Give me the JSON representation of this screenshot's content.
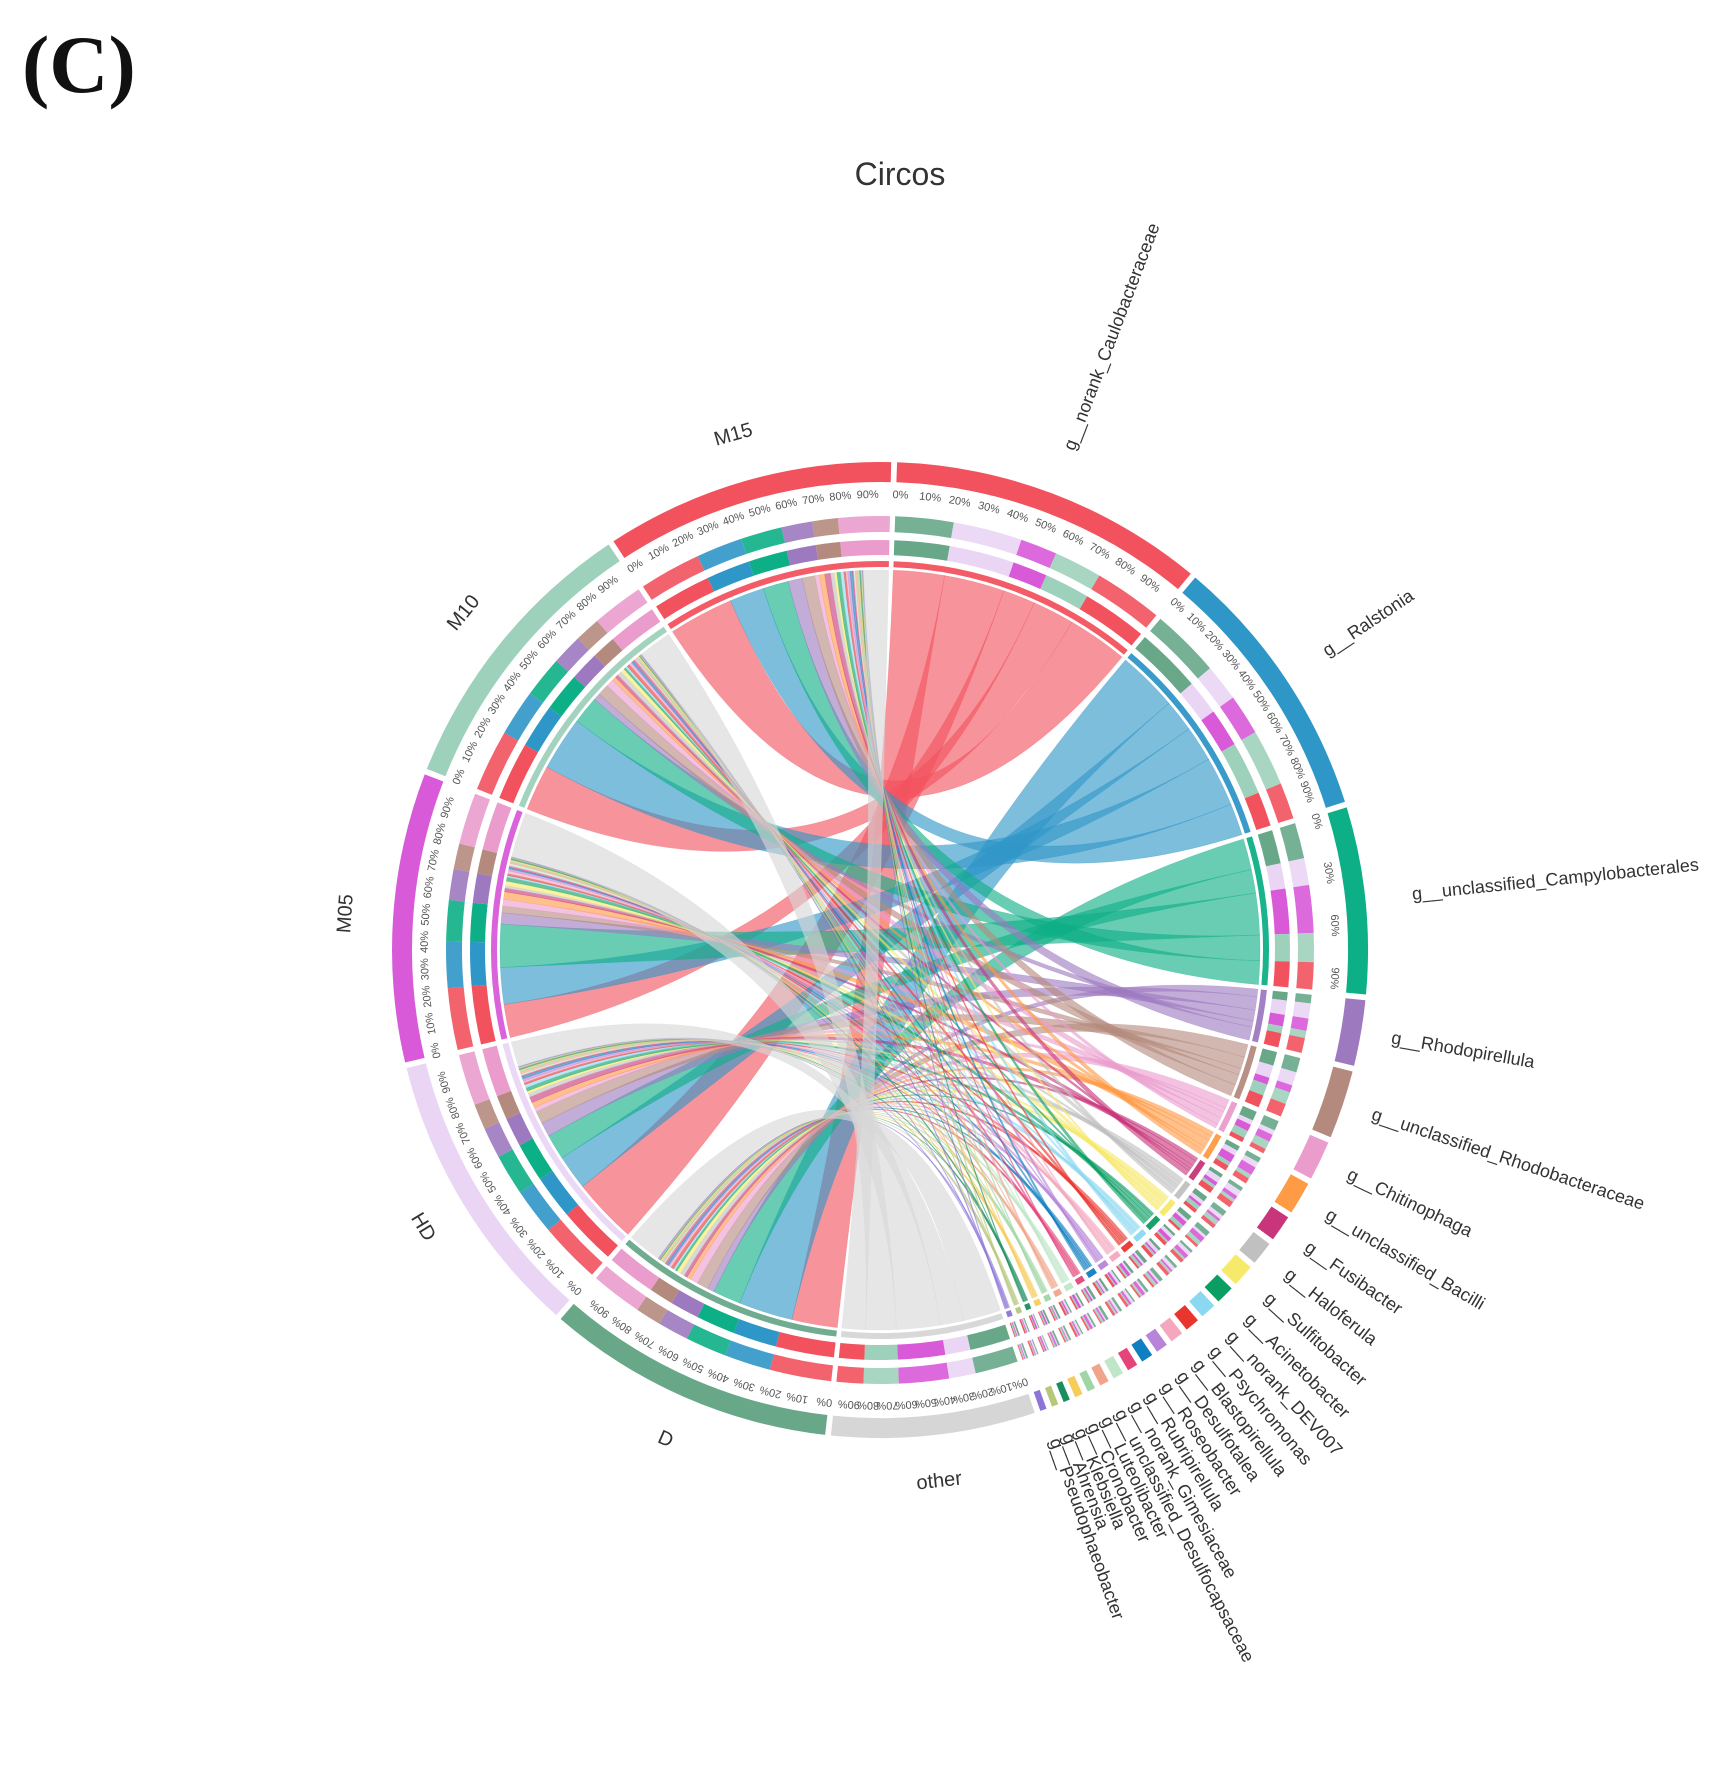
{
  "panel_label": "(C)",
  "chart_data": {
    "type": "chord",
    "title": "Circos",
    "samples": [
      {
        "name": "M15",
        "color": "#f2525e",
        "total": 2.2
      },
      {
        "name": "M10",
        "color": "#9ed1bb",
        "total": 2.2
      },
      {
        "name": "M05",
        "color": "#d85ad8",
        "total": 2.2
      },
      {
        "name": "HD",
        "color": "#ead5f5",
        "total": 2.2
      },
      {
        "name": "D",
        "color": "#68a889",
        "total": 2.2
      }
    ],
    "genera": [
      {
        "name": "g__norank_Caulobacteraceae",
        "color": "#f2525e",
        "total": 2.4
      },
      {
        "name": "g__Ralstonia",
        "color": "#2f96c8",
        "total": 2.05
      },
      {
        "name": "g__unclassified_Campylobacterales",
        "color": "#0daf86",
        "total": 1.42
      },
      {
        "name": "g__Rhodopirellula",
        "color": "#9d79c0",
        "total": 0.5
      },
      {
        "name": "g__unclassified_Rhodobacteraceae",
        "color": "#b58a7e",
        "total": 0.52
      },
      {
        "name": "g__Chitinophaga",
        "color": "#ea9ccd",
        "total": 0.3
      },
      {
        "name": "g__unclassified_Bacilli",
        "color": "#ff9a45",
        "total": 0.25
      },
      {
        "name": "g__Fusibacter",
        "color": "#c8357a",
        "total": 0.2
      },
      {
        "name": "g__Haloferula",
        "color": "#c0c0c0",
        "total": 0.18
      },
      {
        "name": "g__Sulfitobacter",
        "color": "#f7e96a",
        "total": 0.17
      },
      {
        "name": "g__Acinetobacter",
        "color": "#0a9e63",
        "total": 0.14
      },
      {
        "name": "g__norank_DEV007",
        "color": "#8ad9f0",
        "total": 0.12
      },
      {
        "name": "g__Psychromonas",
        "color": "#e8362f",
        "total": 0.11
      },
      {
        "name": "g__Blastopirellula",
        "color": "#f4a7bd",
        "total": 0.1
      },
      {
        "name": "g__Desulfotalea",
        "color": "#b784d9",
        "total": 0.09
      },
      {
        "name": "g__Roseobacter",
        "color": "#0f7fc2",
        "total": 0.09
      },
      {
        "name": "g__Rubripirellula",
        "color": "#e4447a",
        "total": 0.08
      },
      {
        "name": "g__norank_Gimesiaceae",
        "color": "#bfe6c8",
        "total": 0.08
      },
      {
        "name": "g__unclassified_Desulfocapsaceae",
        "color": "#f0a58a",
        "total": 0.07
      },
      {
        "name": "g__Luteolibacter",
        "color": "#9fd6a4",
        "total": 0.06
      },
      {
        "name": "g__Cronobacter",
        "color": "#f7cc5a",
        "total": 0.06
      },
      {
        "name": "g__Klebsiella",
        "color": "#1a8e5f",
        "total": 0.05
      },
      {
        "name": "g__Ahrensia",
        "color": "#b7c77a",
        "total": 0.05
      },
      {
        "name": "g__Pseudophaeobacter",
        "color": "#8c75d6",
        "total": 0.05
      },
      {
        "name": "other",
        "color": "#d6d6d6",
        "total": 1.55
      }
    ],
    "tick_labels": [
      "0%",
      "10%",
      "20%",
      "30%",
      "40%",
      "50%",
      "60%",
      "70%",
      "80%",
      "90%"
    ],
    "campy_tick_labels": [
      "0%",
      "30%",
      "60%",
      "90%"
    ]
  }
}
